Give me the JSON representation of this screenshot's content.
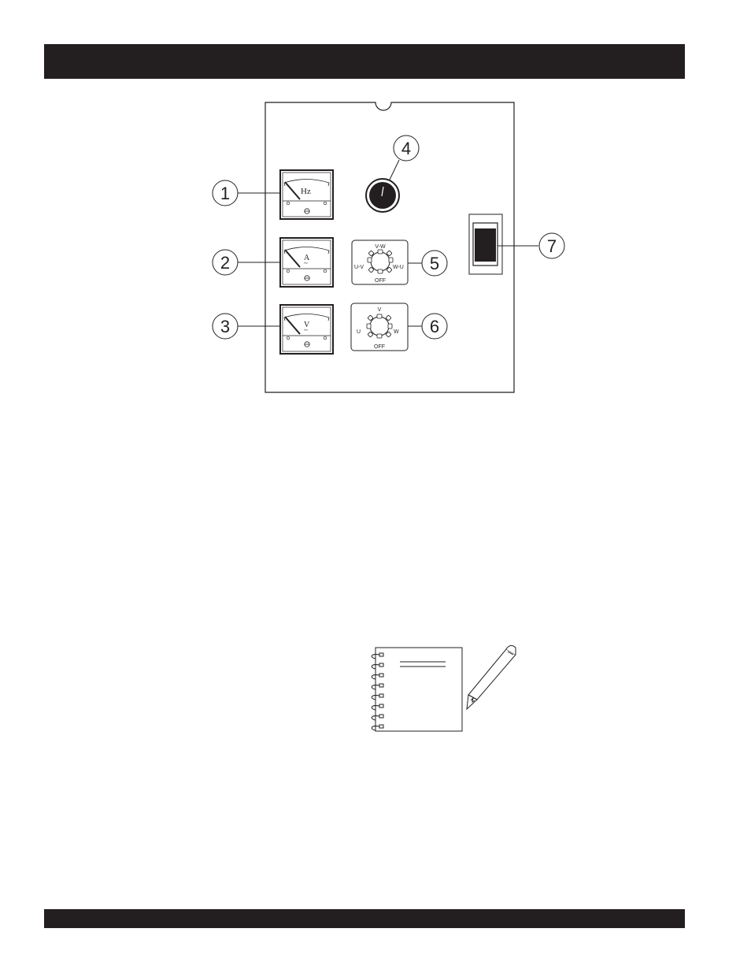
{
  "header_bar": {
    "color": "#231f20"
  },
  "footer_bar": {
    "color": "#231f20"
  },
  "panel": {
    "callouts": [
      "1",
      "2",
      "3",
      "4",
      "5",
      "6",
      "7"
    ],
    "meters": [
      {
        "unit": "Hz",
        "unit_sub": ""
      },
      {
        "unit": "A",
        "unit_sub": "~"
      },
      {
        "unit": "V",
        "unit_sub": "~"
      }
    ],
    "ammeter_switch": {
      "top": "V-W",
      "left": "U-V",
      "right": "W-U",
      "bottom": "OFF"
    },
    "voltmeter_switch": {
      "top": "V",
      "left": "U",
      "right": "W",
      "bottom": "OFF"
    },
    "icons": {
      "knob": "knob-icon",
      "breaker": "circuit-breaker-icon",
      "notes": "notebook-pencil-icon"
    }
  }
}
